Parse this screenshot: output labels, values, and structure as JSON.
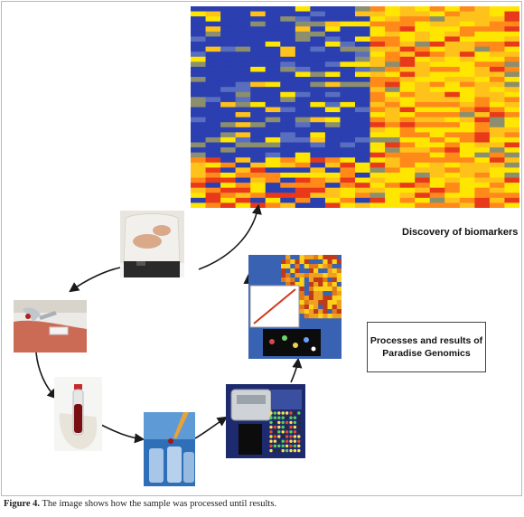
{
  "heatmap": {
    "rows": 40,
    "cols": 22,
    "palette": {
      "blue": "#2b3fb0",
      "blue_light": "#5a6ec0",
      "gray_olive": "#8c8f6e",
      "yellow": "#ffe600",
      "yellow_orange": "#ffc21a",
      "orange": "#ff8a1a",
      "red": "#e83a1a"
    }
  },
  "labels": {
    "discovery": "Discovery of biomarkers",
    "results_line1": "Processes and results of",
    "results_line2": "Paradise Genomics"
  },
  "caption": {
    "figure": "Figure 4.",
    "text": " The image shows how the sample was processed until results."
  },
  "colors": {
    "arrow": "#1a1a1a",
    "frame": "#b9b9b9"
  }
}
